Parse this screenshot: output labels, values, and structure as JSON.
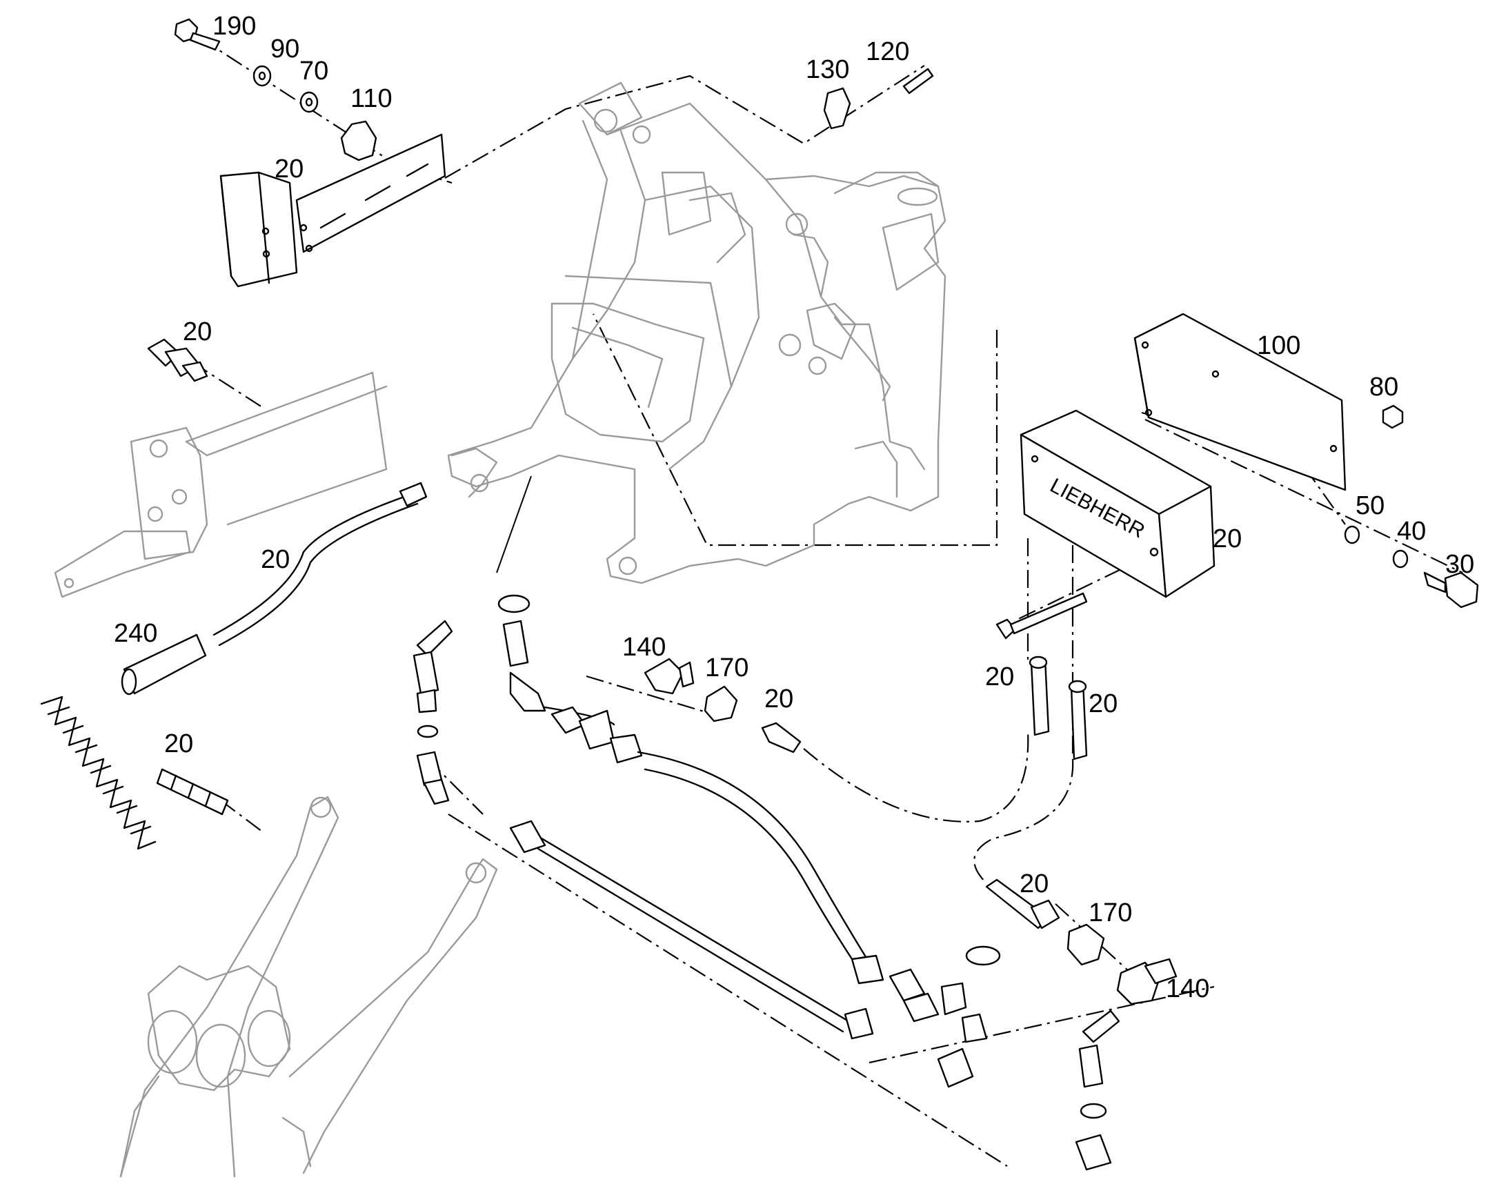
{
  "labels": {
    "l190": "190",
    "l90": "90",
    "l70": "70",
    "l110": "110",
    "l20_bracket": "20",
    "l130": "130",
    "l120": "120",
    "l20_fitting": "20",
    "l100": "100",
    "l80": "80",
    "l20_box": "20",
    "l50": "50",
    "l40": "40",
    "l30": "30",
    "l20_hose": "20",
    "l240": "240",
    "l140_upper": "140",
    "l170_upper": "170",
    "l20_upper_pipe": "20",
    "l20_vert_left": "20",
    "l20_vert_right": "20",
    "l20_spring": "20",
    "l20_lower_pipe": "20",
    "l170_lower": "170",
    "l140_lower": "140"
  },
  "box_logo": "LIEBHERR"
}
